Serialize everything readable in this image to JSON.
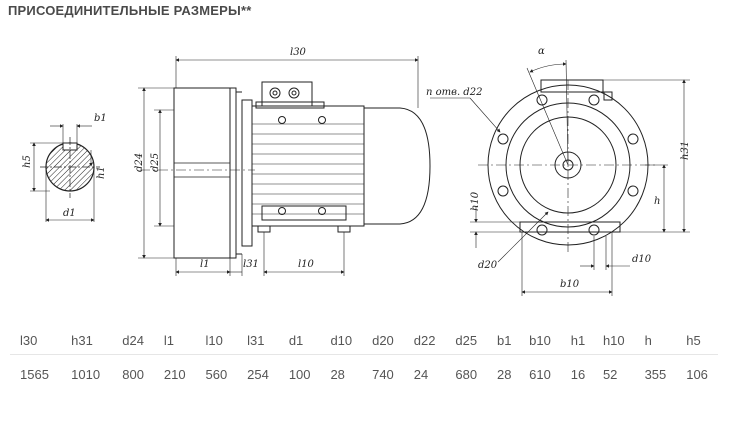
{
  "title": "ПРИСОЕДИНИТЕЛЬНЫЕ РАЗМЕРЫ**",
  "drawing_labels": {
    "l30": "l30",
    "b1": "b1",
    "h5": "h5",
    "h1": "h1",
    "d1": "d1",
    "d24": "d24",
    "d25": "d25",
    "l1": "l1",
    "l31": "l31",
    "l10": "l10",
    "alpha": "α",
    "n_otv_d22": "n отв. d22",
    "h31": "h31",
    "h": "h",
    "h10": "h10",
    "d20": "d20",
    "b10": "b10",
    "d10": "d10"
  },
  "table": {
    "headers": [
      "l30",
      "h31",
      "d24",
      "l1",
      "l10",
      "l31",
      "d1",
      "d10",
      "d20",
      "d22",
      "d25",
      "b1",
      "b10",
      "h1",
      "h10",
      "h",
      "h5"
    ],
    "values": [
      "1565",
      "1010",
      "800",
      "210",
      "560",
      "254",
      "100",
      "28",
      "740",
      "24",
      "680",
      "28",
      "610",
      "16",
      "52",
      "355",
      "106"
    ]
  }
}
